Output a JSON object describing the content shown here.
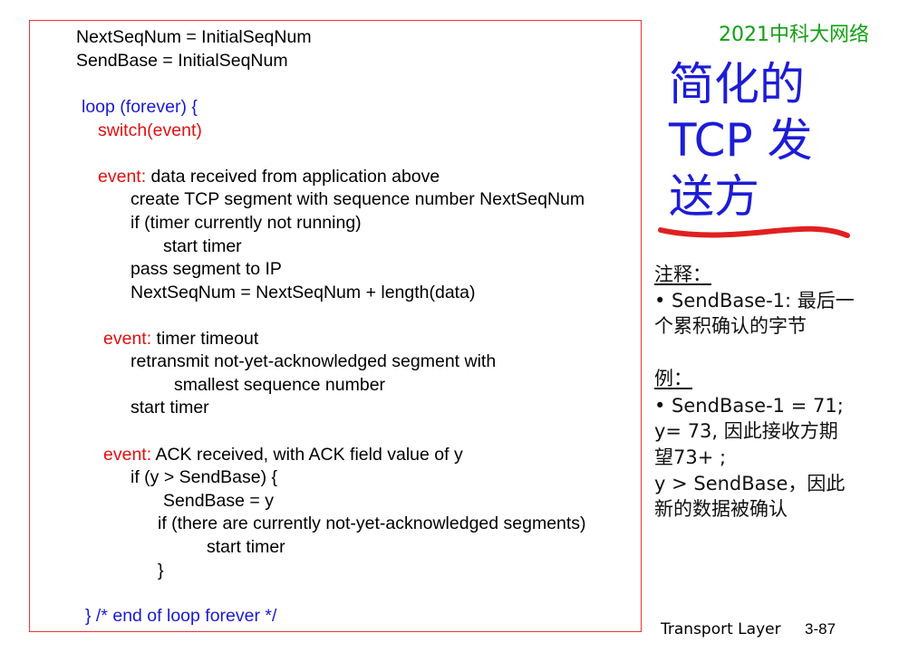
{
  "course_tag": "2021中科大网络",
  "title": {
    "line1": "简化的",
    "line2": "TCP 发",
    "line3": "送方"
  },
  "code": {
    "init1": "NextSeqNum = InitialSeqNum",
    "init2": "SendBase = InitialSeqNum",
    "loop": "loop (forever) {",
    "switch": "switch(event)",
    "event1_kw": "event:",
    "event1_desc": " data received from application above",
    "e1_l1": "create TCP segment with sequence number NextSeqNum",
    "e1_l2": "if (timer currently not running)",
    "e1_l3": "start timer",
    "e1_l4": "pass segment to IP",
    "e1_l5": "NextSeqNum = NextSeqNum + length(data)",
    "event2_kw": "event:",
    "event2_desc": " timer timeout",
    "e2_l1": "retransmit not-yet-acknowledged segment with",
    "e2_l2": "smallest sequence number",
    "e2_l3": "start timer",
    "event3_kw": "event:",
    "event3_desc": " ACK received, with ACK field value of y",
    "e3_l1": "if (y > SendBase) {",
    "e3_l2": "SendBase = y",
    "e3_l3": "if (there are currently not-yet-acknowledged segments)",
    "e3_l4": "start timer",
    "e3_l5": "}",
    "end": "}  /* end of loop forever */"
  },
  "notes": {
    "heading1": "注释：",
    "n1_l1": "• SendBase-1: 最后一",
    "n1_l2": "个累积确认的字节",
    "heading2": "例：",
    "n2_l1": "• SendBase-1 = 71;",
    "n2_l2": "y= 73, 因此接收方期",
    "n2_l3": "望73+ ;",
    "n2_l4": "y > SendBase，因此",
    "n2_l5": "新的数据被确认"
  },
  "footer": {
    "label": "Transport Layer",
    "page": "3-87"
  },
  "colors": {
    "code_box_border": "#ee3333",
    "keyword_blue": "#1b1bd1",
    "keyword_red": "#e01010",
    "title_blue": "#1c1cd6",
    "course_green": "#12a012",
    "underline_stroke": "#e02020"
  }
}
